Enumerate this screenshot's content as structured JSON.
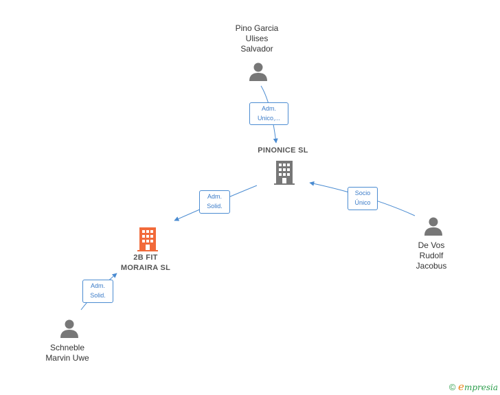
{
  "people": {
    "pino": {
      "lines": [
        "Pino Garcia",
        "Ulises",
        "Salvador"
      ]
    },
    "devos": {
      "lines": [
        "De Vos",
        "Rudolf",
        "Jacobus"
      ]
    },
    "schneble": {
      "lines": [
        "Schneble",
        "Marvin Uwe"
      ]
    }
  },
  "companies": {
    "pinonice": {
      "lines": [
        "PINONICE  SL"
      ],
      "color": "#777777"
    },
    "twob": {
      "lines": [
        "2B FIT",
        "MORAIRA  SL"
      ],
      "color": "#f26a3a"
    }
  },
  "edges": {
    "pino_pinonice": {
      "lines": [
        "Adm.",
        "Unico,..."
      ]
    },
    "devos_pinonice": {
      "lines": [
        "Socio",
        "Único"
      ]
    },
    "pinonice_twob": {
      "lines": [
        "Adm.",
        "Solid."
      ]
    },
    "schneble_twob": {
      "lines": [
        "Adm.",
        "Solid."
      ]
    }
  },
  "colors": {
    "edge": "#4a8bd1",
    "person": "#777777"
  },
  "footer": {
    "copyright": "©",
    "brand_initial": "e",
    "brand_rest": "mpresia"
  }
}
